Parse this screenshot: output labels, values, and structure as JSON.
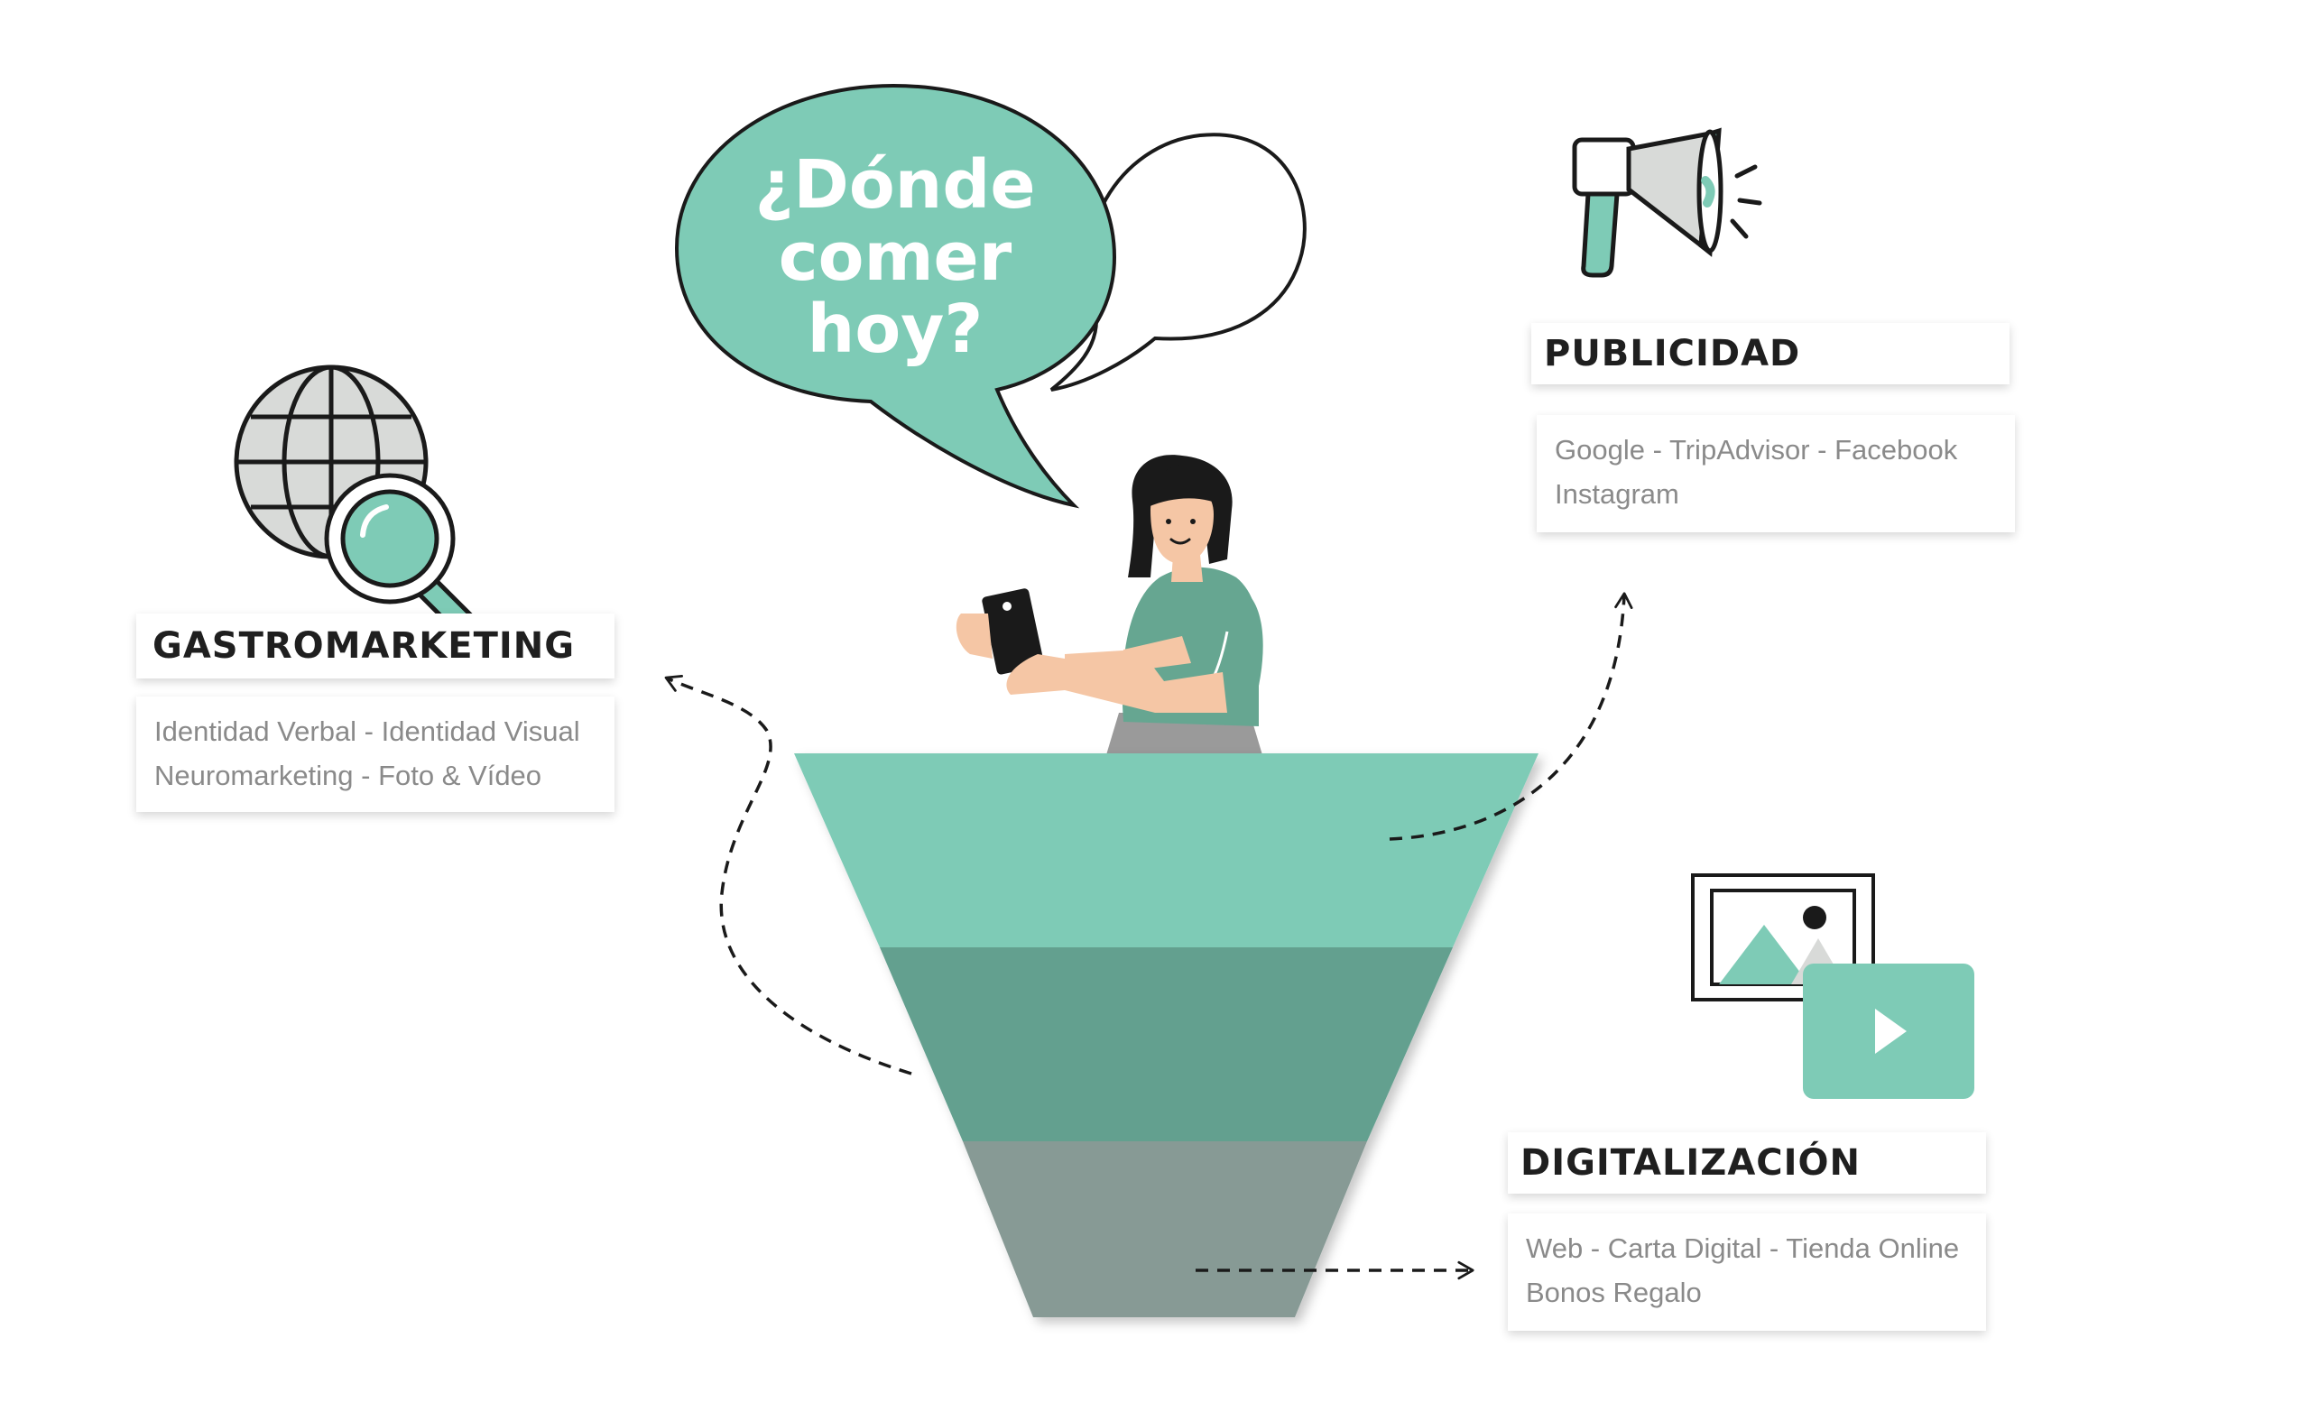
{
  "speech": {
    "line1": "¿Dónde",
    "line2": "comer",
    "line3": "hoy?"
  },
  "sections": {
    "gastromarketing": {
      "title": "GASTROMARKETING",
      "line1": "Identidad Verbal - Identidad Visual",
      "line2": "Neuromarketing - Foto & Vídeo",
      "icon": "globe-search-icon"
    },
    "publicidad": {
      "title": "PUBLICIDAD",
      "line1": "Google - TripAdvisor - Facebook",
      "line2": "Instagram",
      "icon": "megaphone-icon"
    },
    "digitalizacion": {
      "title": "DIGITALIZACIÓN",
      "line1": "Web - Carta Digital - Tienda Online",
      "line2": "Bonos Regalo",
      "icon": "image-video-icon"
    }
  },
  "colors": {
    "mint": "#7ecbb6",
    "teal": "#64a08f",
    "gray": "#879a95",
    "skin": "#f5c6a5",
    "hair": "#1a1a1a",
    "shirt": "#66a691"
  }
}
